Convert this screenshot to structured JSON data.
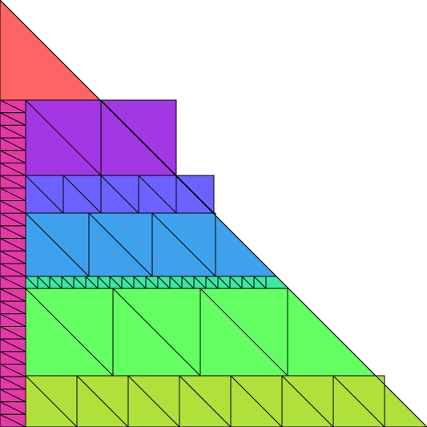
{
  "figure": {
    "description_free": true,
    "background": "#ffffff",
    "outline_color": "#000000",
    "bands": [
      {
        "name": "left-column-band",
        "color": "#e33aa8",
        "cells_across": 1,
        "cells_down": 13
      },
      {
        "name": "red-band",
        "color": "#ff6363",
        "cells_across": 1
      },
      {
        "name": "purple-band",
        "color": "#a437e4",
        "cells_across": 2
      },
      {
        "name": "indigo-band",
        "color": "#6c63ff",
        "cells_across": 5
      },
      {
        "name": "blue-band",
        "color": "#3fa0ec",
        "cells_across": 4
      },
      {
        "name": "teal-band",
        "color": "#3fe6a0",
        "cells_across": 20
      },
      {
        "name": "green-band",
        "color": "#63ff63",
        "cells_across": 4
      },
      {
        "name": "lime-band",
        "color": "#b0e03a",
        "cells_across": 8
      }
    ]
  }
}
